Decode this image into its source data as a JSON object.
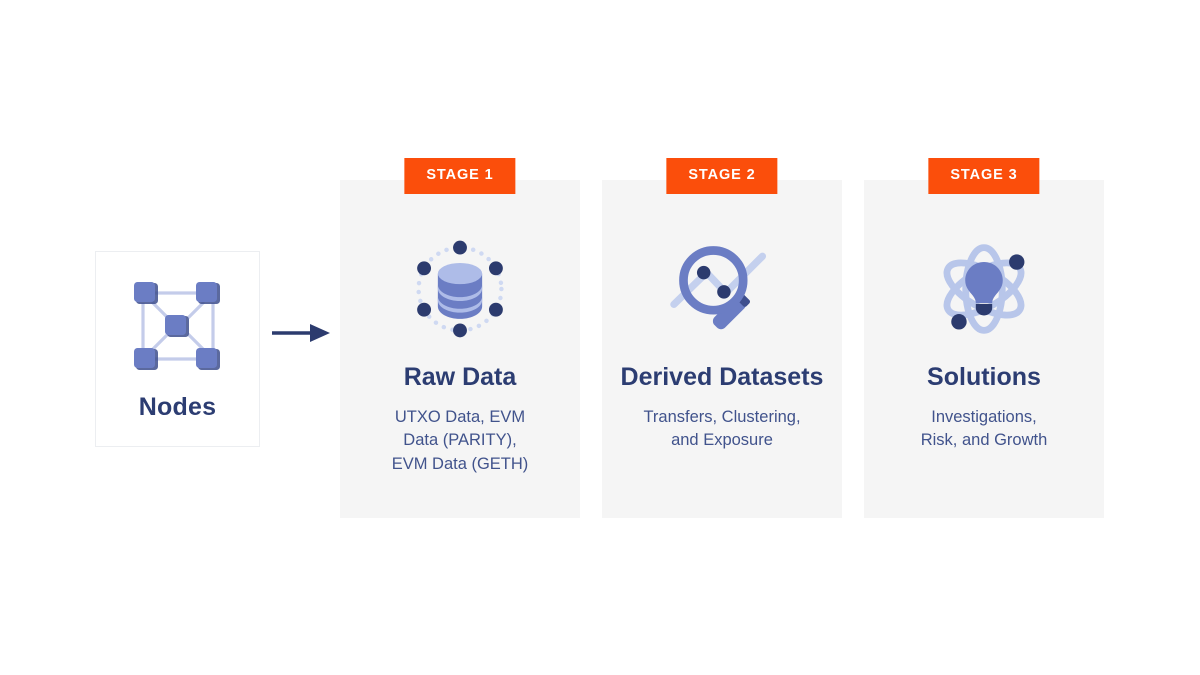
{
  "source": {
    "label": "Nodes",
    "icon": "network-nodes-icon"
  },
  "flow": {
    "arrow": "right-arrow-icon"
  },
  "colors": {
    "badge_orange": "#fb4e0b",
    "title_navy": "#2c3d72",
    "body_navy": "#41538c",
    "panel_bg": "#f5f5f5",
    "icon_mid_blue": "#6b7dc4",
    "icon_light_blue": "#aebce8",
    "icon_dark_navy": "#2c3b6e"
  },
  "stages": [
    {
      "badge": "STAGE 1",
      "icon": "database-network-icon",
      "title": "Raw Data",
      "description": "UTXO Data, EVM\nData (PARITY),\nEVM Data (GETH)"
    },
    {
      "badge": "STAGE 2",
      "icon": "magnifying-glass-chart-icon",
      "title": "Derived Datasets",
      "description": "Transfers, Clustering,\nand Exposure"
    },
    {
      "badge": "STAGE 3",
      "icon": "atom-lightbulb-icon",
      "title": "Solutions",
      "description": "Investigations,\nRisk, and Growth"
    }
  ]
}
